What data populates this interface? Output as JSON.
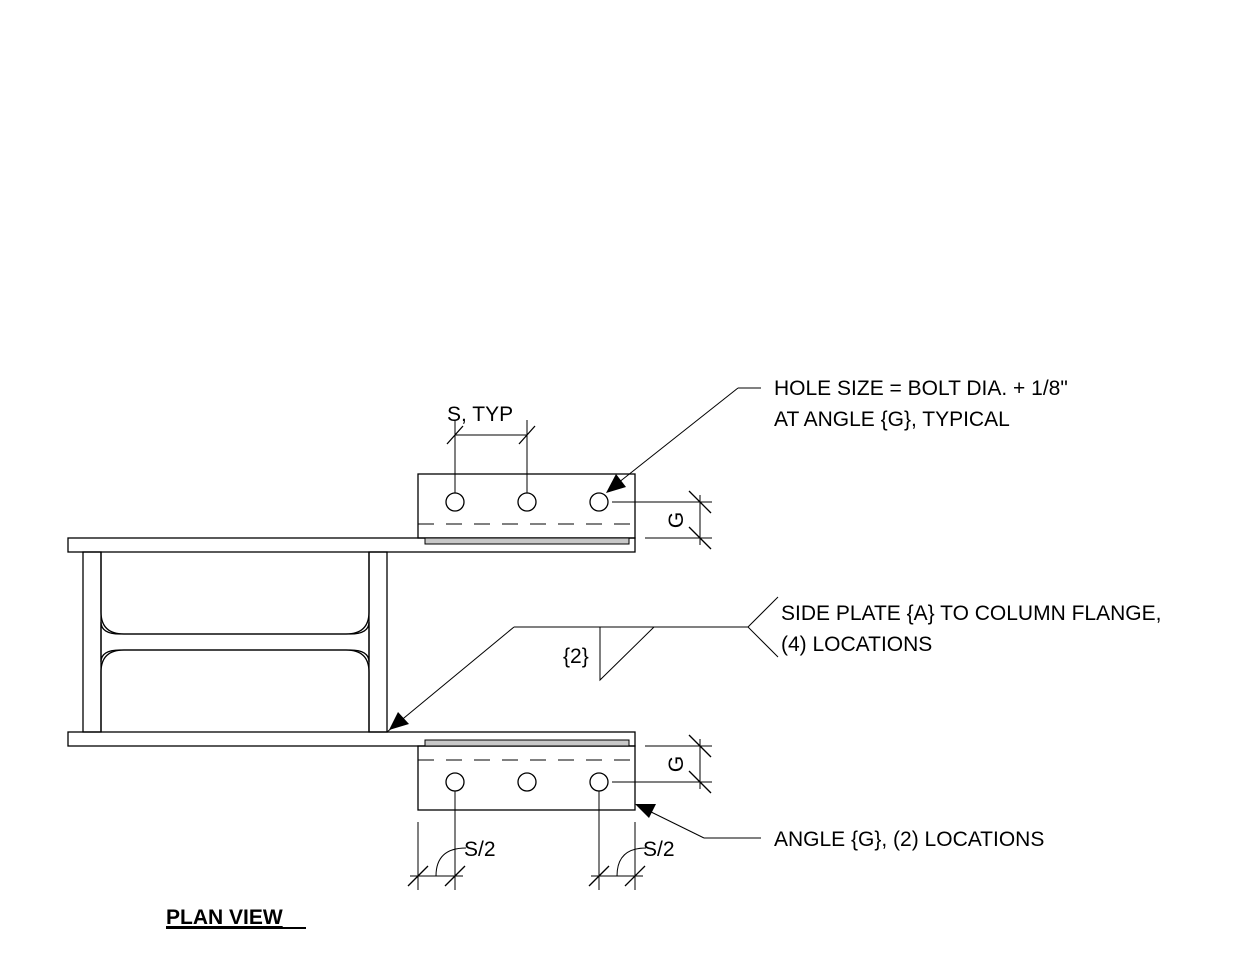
{
  "notes": {
    "hole_size_line1": "HOLE SIZE = BOLT DIA. + 1/8\"",
    "hole_size_line2": "AT ANGLE {G}, TYPICAL",
    "side_plate_line1": "SIDE PLATE {A} TO COLUMN FLANGE,",
    "side_plate_line2": "(4) LOCATIONS",
    "angle_note": "ANGLE {G}, (2) LOCATIONS"
  },
  "dimensions": {
    "spacing": "S, TYP",
    "gage_top": "G",
    "gage_bottom": "G",
    "half_spacing_left": "S/2",
    "half_spacing_right": "S/2"
  },
  "weld": {
    "size": "{2}"
  },
  "view_title": "PLAN VIEW"
}
